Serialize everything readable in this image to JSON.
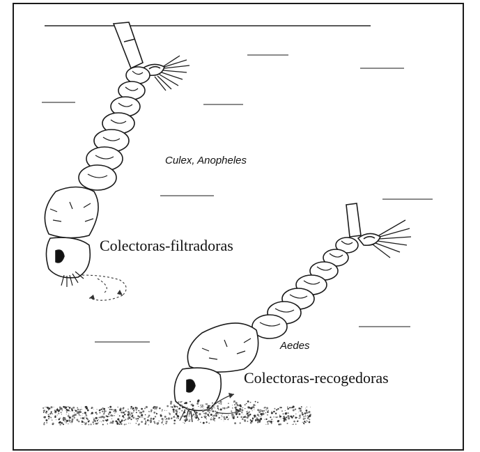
{
  "labels": {
    "genus_top": "Culex, Anopheles",
    "group_top": "Colectoras-filtradoras",
    "genus_bottom": "Aedes",
    "group_bottom": "Colectoras-recogedoras"
  },
  "colors": {
    "ink": "#1a1a1a",
    "background": "#ffffff"
  }
}
